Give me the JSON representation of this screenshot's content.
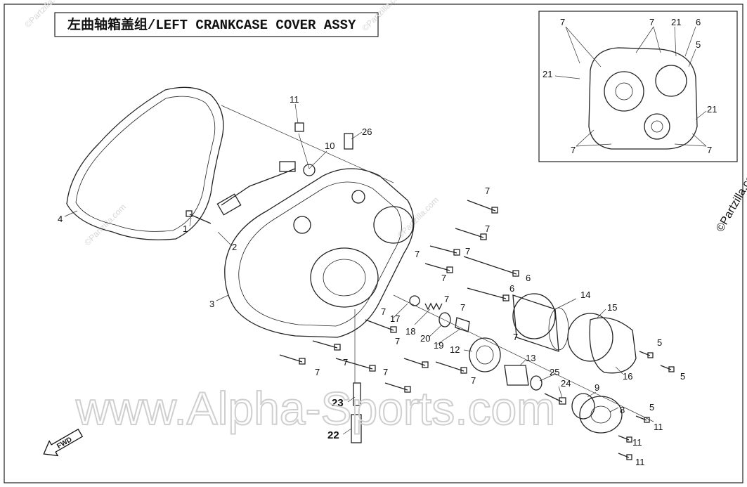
{
  "title": "左曲轴箱盖组/LEFT CRANKCASE COVER ASSY",
  "watermark_main": "www.Alpha-Sports.com",
  "watermark_side": "©Partzilla.com",
  "watermark_small": "©Partzilla.com",
  "fwd_label": "FWD",
  "callouts": {
    "c1": "1",
    "c2": "2",
    "c3": "3",
    "c4": "4",
    "c5a": "5",
    "c5b": "5",
    "c5c": "5",
    "c6a": "6",
    "c6b": "6",
    "c7a": "7",
    "c7b": "7",
    "c7c": "7",
    "c7d": "7",
    "c7e": "7",
    "c7f": "7",
    "c7g": "7",
    "c7h": "7",
    "c7i": "7",
    "c7j": "7",
    "c7k": "7",
    "c7l": "7",
    "c7m": "7",
    "c7n": "7",
    "c8": "8",
    "c9": "9",
    "c10": "10",
    "c11a": "11",
    "c11b": "11",
    "c11c": "11",
    "c11d": "11",
    "c12": "12",
    "c13": "13",
    "c14": "14",
    "c15": "15",
    "c16": "16",
    "c17": "17",
    "c18": "18",
    "c19": "19",
    "c20": "20",
    "c22": "22",
    "c23": "23",
    "c24": "24",
    "c25": "25",
    "c26": "26"
  },
  "inset_callouts": {
    "i7a": "7",
    "i7b": "7",
    "i7c": "7",
    "i7d": "7",
    "i21a": "21",
    "i21b": "21",
    "i21c": "21",
    "i6": "6",
    "i5": "5"
  }
}
